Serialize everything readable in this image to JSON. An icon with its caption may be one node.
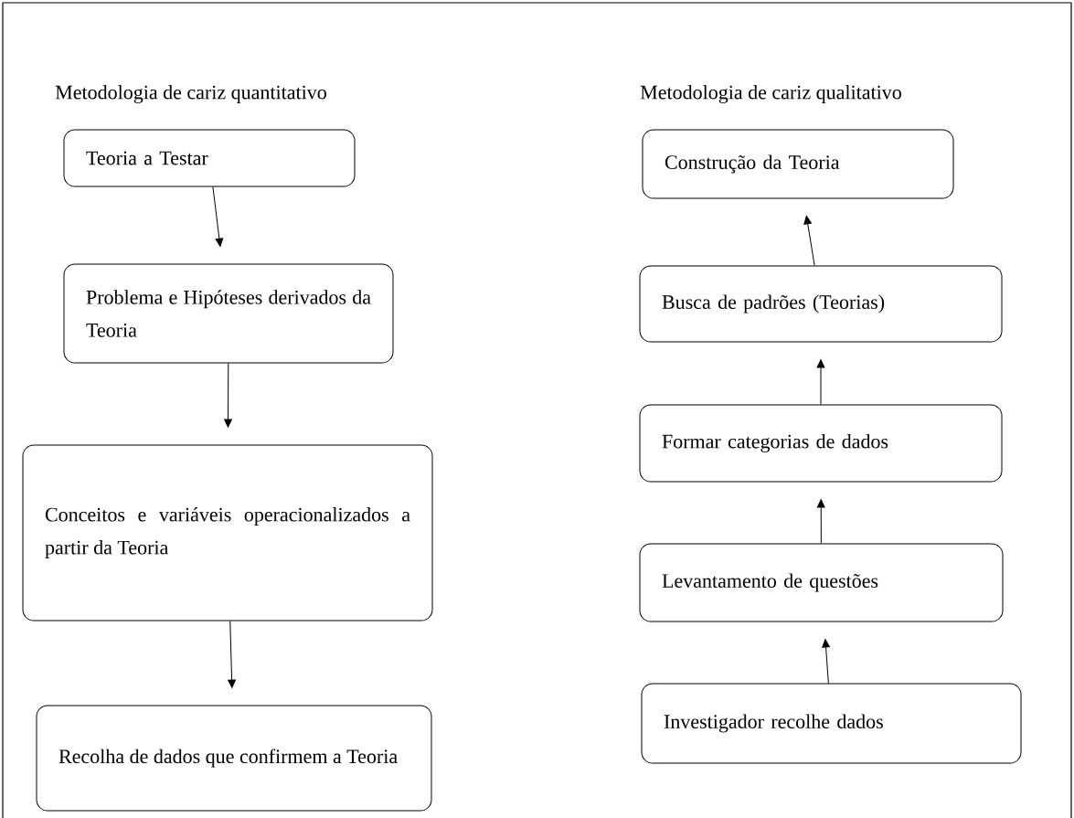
{
  "diagram": {
    "nodes": [
      {
        "text": [
          "Teoria a Testar"
        ]
      },
      {
        "text": [
          "Problema e Hipóteses derivados da Teoria"
        ]
      },
      {
        "text": [
          "Conceitos e variáveis operacionalizados a partir da Teoria"
        ]
      },
      {
        "text": [
          "Recolha de dados que confirmem a Teoria"
        ]
      },
      {
        "text": [
          "Construção da Teoria"
        ]
      },
      {
        "text": [
          "Busca de padrões (Teorias)"
        ]
      },
      {
        "text": [
          "Formar categorias de dados"
        ]
      },
      {
        "text": [
          "Levantamento de questões"
        ]
      },
      {
        "text": [
          "Investigador recolhe dados"
        ]
      }
    ],
    "edges": [
      {
        "from": 0,
        "to": 1,
        "arrow": "to"
      },
      {
        "from": 1,
        "to": 2,
        "arrow": "to"
      },
      {
        "from": 2,
        "to": 3,
        "arrow": "to"
      },
      {
        "from": 8,
        "to": 7,
        "arrow": "to"
      },
      {
        "from": 7,
        "to": 6,
        "arrow": "to"
      },
      {
        "from": 6,
        "to": 5,
        "arrow": "to"
      },
      {
        "from": 5,
        "to": 4,
        "arrow": "to"
      }
    ],
    "labels": [
      "Metodologia de cariz quantitativo",
      "Metodologia de cariz qualitativo"
    ]
  }
}
